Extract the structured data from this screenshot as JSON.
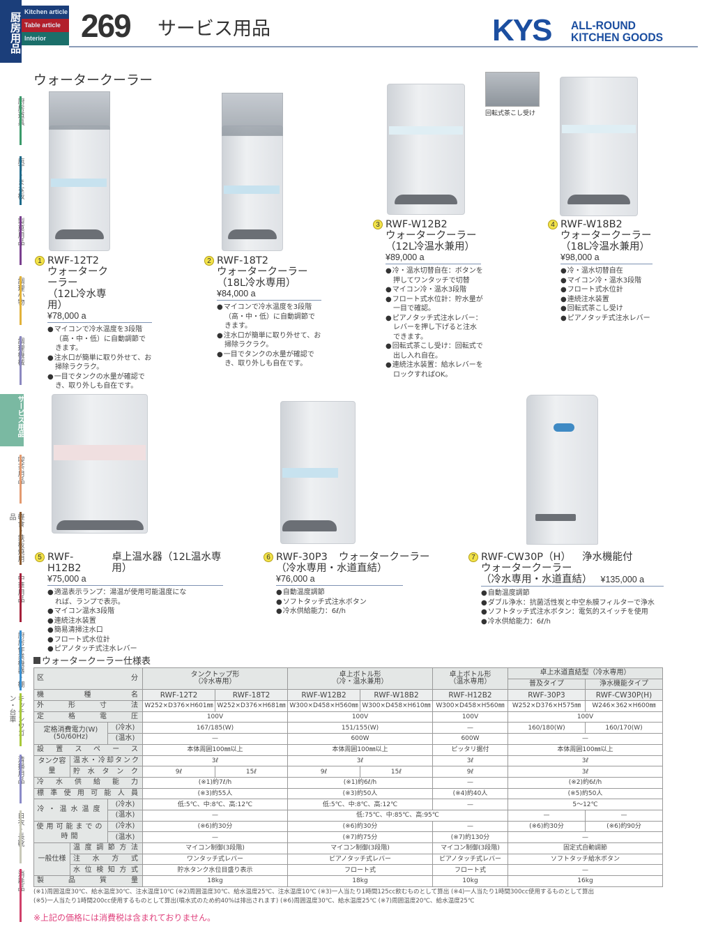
{
  "header": {
    "category_tab": "厨房用品",
    "bands": [
      {
        "label": "Kitchen article",
        "color": "#1b3e7a"
      },
      {
        "label": "Table article",
        "color": "#b21f2b"
      },
      {
        "label": "Interior",
        "color": "#1b6f6a"
      }
    ],
    "page_number": "269",
    "page_title": "サービス用品",
    "logo_main": "KYS",
    "logo_sub_1": "ALL-ROUND",
    "logo_sub_2": "KITCHEN GOODS",
    "brand_color": "#1b4ea0"
  },
  "sidenav": {
    "items": [
      {
        "label": "厨房道具",
        "color": "#3a9a6a"
      },
      {
        "label": "庖丁・まな板",
        "color": "#1e6a8a"
      },
      {
        "label": "製菓用品",
        "color": "#7a3f8f"
      },
      {
        "label": "調理小物",
        "color": "#e2b23a"
      },
      {
        "label": "調理機械",
        "color": "#8b88c0"
      },
      {
        "label": "サービス用品",
        "color": "#7ab9a2",
        "active": true
      },
      {
        "label": "喫茶用品",
        "color": "#e39a6f"
      },
      {
        "label": "軽食・鉄板焼用品",
        "color": "#8a5a30"
      },
      {
        "label": "中華用品",
        "color": "#a5203a"
      },
      {
        "label": "厨房作業機器・棚",
        "color": "#3a8fd0"
      },
      {
        "label": "キッチンワゴン・台車",
        "color": "#a8c83a"
      },
      {
        "label": "清掃用品",
        "color": "#8a8ac8"
      },
      {
        "label": "白衣・長靴",
        "color": "#c8c8b8"
      },
      {
        "label": "消耗品",
        "color": "#d0406a"
      }
    ]
  },
  "section_title": "ウォータークーラー",
  "inset_caption": "回転式茶こし受け",
  "products": [
    {
      "num": "1",
      "model": "RWF-12T2",
      "name": "ウォータークーラー",
      "sub": "（12L冷水専用）",
      "price": "¥78,000 a",
      "features": [
        "マイコンで冷水温度を3段階（高・中・低）に自動調節できます。",
        "注水口が簡単に取り外せて、お掃除ラクラク。",
        "一目でタンクの水量が確認でき、取り外しも自在です。"
      ]
    },
    {
      "num": "2",
      "model": "RWF-18T2",
      "name": "ウォータークーラー",
      "sub": "（18L冷水専用）",
      "price": "¥84,000 a",
      "features": [
        "マイコンで冷水温度を3段階（高・中・低）に自動調節できます。",
        "注水口が簡単に取り外せて、お掃除ラクラク。",
        "一目でタンクの水量が確認でき、取り外しも自在です。"
      ]
    },
    {
      "num": "3",
      "model": "RWF-W12B2",
      "name": "ウォータークーラー",
      "sub": "（12L冷温水兼用）",
      "price": "¥89,000 a",
      "features": [
        "冷・温水切替自在：ボタンを押してワンタッチで切替",
        "マイコン冷・温水3段階",
        "フロート式水位計：貯水量が一目で確認。",
        "ピアノタッチ式注水レバー：レバーを押し下げると注水できます。",
        "回転式茶こし受け：回転式で出し入れ自在。",
        "連続注水装置：給水レバーをロックすればOK。"
      ]
    },
    {
      "num": "4",
      "model": "RWF-W18B2",
      "name": "ウォータークーラー",
      "sub": "（18L冷温水兼用）",
      "price": "¥98,000 a",
      "features": [
        "冷・温水切替自在",
        "マイコン冷・温水3段階",
        "フロート式水位計",
        "連続注水装置",
        "回転式茶こし受け",
        "ピアノタッチ式注水レバー"
      ]
    },
    {
      "num": "5",
      "model": "RWF-H12B2",
      "name": "卓上温水器（12L温水専用）",
      "sub": "",
      "price": "¥75,000 a",
      "features": [
        "適温表示ランプ：湯温が使用可能温度になれば、ランプで表示。",
        "マイコン温水3段階",
        "連続注水装置",
        "簡易清掃注水口",
        "フロート式水位計",
        "ピアノタッチ式注水レバー"
      ]
    },
    {
      "num": "6",
      "model": "RWF-30P3",
      "name": "ウォータークーラー",
      "sub": "（冷水専用・水道直結）",
      "price": "¥76,000 a",
      "features": [
        "自動温度調節",
        "ソフトタッチ式注水ボタン",
        "冷水供給能力：6ℓ/h"
      ]
    },
    {
      "num": "7",
      "model": "RWF-CW30P（H）",
      "name": "浄水機能付",
      "name2": "ウォータークーラー",
      "sub": "（冷水専用・水道直結）",
      "price": "¥135,000 a",
      "features": [
        "自動温度調節",
        "ダブル浄水：抗菌活性炭と中空糸膜フィルターで浄水",
        "ソフトタッチ式注水ボタン：電気的スイッチを使用",
        "冷水供給能力：6ℓ/h"
      ]
    }
  ],
  "spec": {
    "title": "ウォータークーラー仕様表",
    "h_kubun": "区分",
    "groups": [
      "タンクトップ形",
      "（冷水専用）",
      "卓上ボトル形",
      "（冷・温水兼用）",
      "卓上ボトル形",
      "（温水専用）",
      "卓上水道直結型（冷水専用）",
      "普及タイプ",
      "浄水機能タイプ"
    ],
    "h_model": "機種名",
    "models": [
      "RWF-12T2",
      "RWF-18T2",
      "RWF-W12B2",
      "RWF-W18B2",
      "RWF-H12B2",
      "RWF-30P3",
      "RWF-CW30P(H)"
    ],
    "labels": {
      "dims": "外形寸法",
      "voltage": "定格電圧",
      "power": "定格消費電力(W)",
      "power_hz": "(50/60Hz)",
      "cold": "(冷水)",
      "hot": "(温水)",
      "space": "設置スペース",
      "tank": "タンク容量",
      "tank_a": "温水・冷却タンク",
      "tank_b": "貯水タンク",
      "supply": "冷水供給能力",
      "people": "標準使用可能人員",
      "temp": "冷・温水温度",
      "ready": "使用可能までの時間",
      "general": "一般仕様",
      "adjust": "温度調節方法",
      "pour": "注水方式",
      "level": "水位検知方式",
      "weight": "製品質量"
    },
    "dims": [
      "W252×D376×H601㎜",
      "W252×D376×H681㎜",
      "W300×D458×H560㎜",
      "W300×D458×H610㎜",
      "W300×D458×H560㎜",
      "W252×D376×H575㎜",
      "W246×362×H600㎜"
    ],
    "voltage": [
      "100V",
      "100V",
      "100V",
      "100V"
    ],
    "power_cold": [
      "167/185(W)",
      "151/155(W)",
      "—",
      "160/180(W)",
      "160/170(W)"
    ],
    "power_hot": [
      "—",
      "600W",
      "600W",
      "—"
    ],
    "space": [
      "本体周囲100㎜以上",
      "本体周囲100㎜以上",
      "ピッタリ据付",
      "本体周囲100㎜以上"
    ],
    "tank_a": [
      "3ℓ",
      "3ℓ",
      "3ℓ",
      "3ℓ"
    ],
    "tank_b": [
      "9ℓ",
      "15ℓ",
      "9ℓ",
      "15ℓ",
      "9ℓ",
      "3ℓ"
    ],
    "supply": [
      "(※1)約7ℓ/h",
      "(※1)約6ℓ/h",
      "—",
      "(※2)約6ℓ/h"
    ],
    "people": [
      "(※3)約55人",
      "(※3)約50人",
      "(※4)約40人",
      "(※5)約50人"
    ],
    "temp_cold": [
      "低:5℃、中:8℃、高:12℃",
      "低:5℃、中:8℃、高:12℃",
      "—",
      "5〜12℃"
    ],
    "temp_hot": [
      "—",
      "低:75℃、中:85℃、高:95℃",
      "—",
      "—"
    ],
    "ready_cold": [
      "(※6)約30分",
      "(※6)約30分",
      "—",
      "(※6)約30分",
      "(※6)約90分"
    ],
    "ready_hot": [
      "—",
      "(※7)約75分",
      "(※7)約130分",
      "—"
    ],
    "adjust": [
      "マイコン制御(3段階)",
      "マイコン制御(3段階)",
      "マイコン制御(3段階)",
      "固定式自動調節"
    ],
    "pour": [
      "ワンタッチ式レバー",
      "ピアノタッチ式レバー",
      "ピアノタッチ式レバー",
      "ソフトタッチ給水ボタン"
    ],
    "level": [
      "貯水タンク水位目盛り表示",
      "フロート式",
      "フロート式",
      "—"
    ],
    "weight": [
      "18kg",
      "18kg",
      "10kg",
      "16kg"
    ]
  },
  "notes": [
    "(※1)周囲温度30℃、給水温度30℃、注水温度10℃ (※2)周囲温度30℃、給水温度25℃、注水温度10℃ (※3)一人当たり1時間125cc飲むものとして算出 (※4)一人当たり1時間300cc使用するものとして算出",
    "(※5)一人当たり1時間200cc使用するものとして算出(噴水式のため約40%は排出されます) (※6)周囲温度30℃、給水温度25℃ (※7)周囲温度20℃、給水温度25℃"
  ],
  "tax_note": "※上記の価格には消費税は含まれておりません。"
}
